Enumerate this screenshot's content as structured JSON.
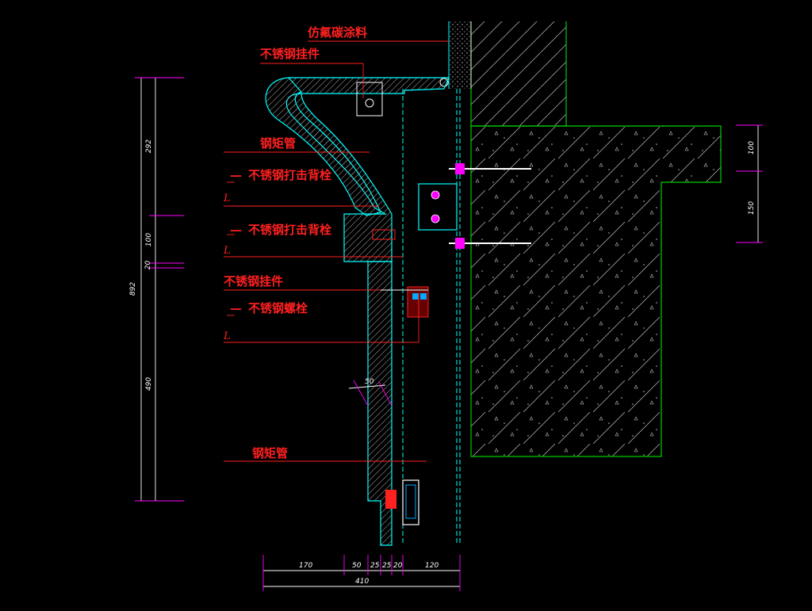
{
  "labels": {
    "coating": "仿氟碳涂料",
    "hanger_top": "不锈钢挂件",
    "steel_tube_top": "钢矩管",
    "back_bolt_1": "不锈钢打击背栓",
    "back_bolt_2": "不锈钢打击背栓",
    "hanger_mid": "不锈钢挂件",
    "ss_bolt": "不锈钢螺栓",
    "steel_tube_bottom": "钢矩管"
  },
  "leader_marks": {
    "l1": "L",
    "l2": "L",
    "l3": "L"
  },
  "dimensions": {
    "left_overall": "892",
    "left_top": "292",
    "left_mid": "100",
    "left_small": "20",
    "left_bottom": "490",
    "right_top": "100",
    "right_bottom": "150",
    "angle_dim": "50",
    "bottom_segments": [
      "170",
      "50",
      "25",
      "25",
      "20",
      "120"
    ],
    "bottom_total": "410"
  },
  "colors": {
    "background": "#000000",
    "label_red": "#ff2020",
    "outline_cyan": "#00ffff",
    "wall_green": "#00cc00",
    "dim_magenta": "#ff00ff",
    "hatch_white": "#cfcfcf"
  }
}
